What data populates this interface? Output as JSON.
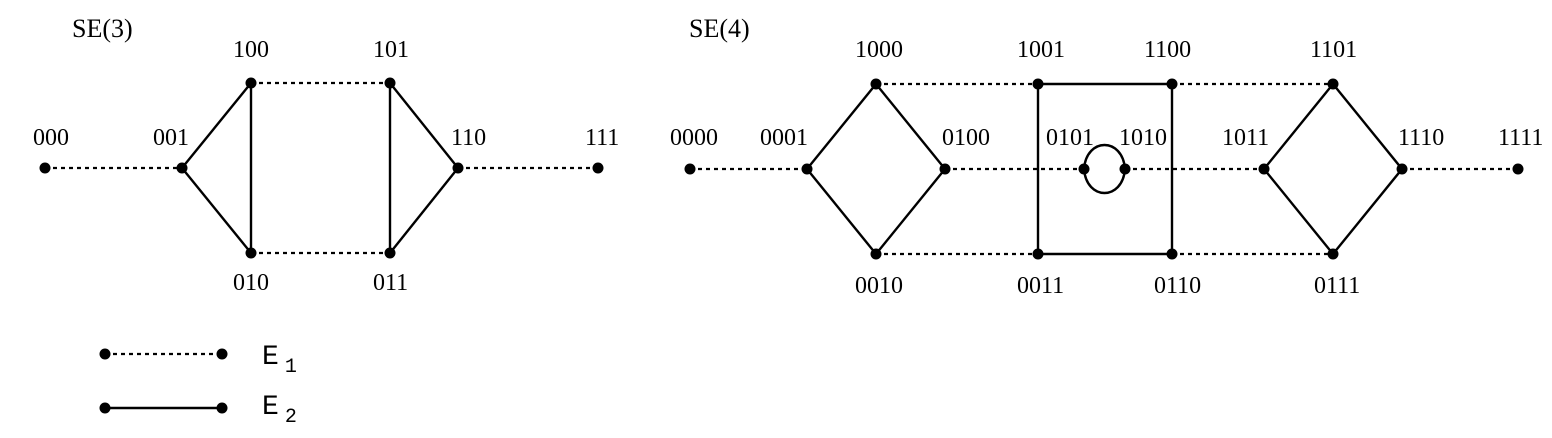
{
  "se3": {
    "title": "SE(3)",
    "nodes": [
      "000",
      "001",
      "010",
      "011",
      "100",
      "101",
      "110",
      "111"
    ],
    "e1_edges": [
      [
        "000",
        "001"
      ],
      [
        "100",
        "101"
      ],
      [
        "010",
        "011"
      ],
      [
        "110",
        "111"
      ]
    ],
    "e2_edges": [
      [
        "001",
        "100"
      ],
      [
        "001",
        "010"
      ],
      [
        "100",
        "010"
      ],
      [
        "101",
        "011"
      ],
      [
        "101",
        "110"
      ],
      [
        "011",
        "110"
      ]
    ]
  },
  "se4": {
    "title": "SE(4)",
    "nodes": [
      "0000",
      "0001",
      "0010",
      "0011",
      "0100",
      "0101",
      "0110",
      "0111",
      "1000",
      "1001",
      "1010",
      "1011",
      "1100",
      "1101",
      "1110",
      "1111"
    ],
    "e1_edges": [
      [
        "0000",
        "0001"
      ],
      [
        "1000",
        "1001"
      ],
      [
        "0010",
        "0011"
      ],
      [
        "0100",
        "0101"
      ],
      [
        "1010",
        "1011"
      ],
      [
        "1100",
        "1101"
      ],
      [
        "0110",
        "0111"
      ],
      [
        "1110",
        "1111"
      ]
    ],
    "e2_edges": [
      [
        "0001",
        "1000"
      ],
      [
        "0001",
        "0010"
      ],
      [
        "1000",
        "0100"
      ],
      [
        "0010",
        "0100"
      ],
      [
        "1001",
        "1100"
      ],
      [
        "1001",
        "0011"
      ],
      [
        "0011",
        "0110"
      ],
      [
        "1100",
        "0110"
      ],
      [
        "1011",
        "1101"
      ],
      [
        "1011",
        "0111"
      ],
      [
        "1101",
        "1110"
      ],
      [
        "0111",
        "1110"
      ]
    ],
    "e2_loops": [
      [
        "0101",
        "1010"
      ]
    ]
  },
  "legend": {
    "e1_label": "E",
    "e1_sub": "1",
    "e2_label": "E",
    "e2_sub": "2"
  }
}
